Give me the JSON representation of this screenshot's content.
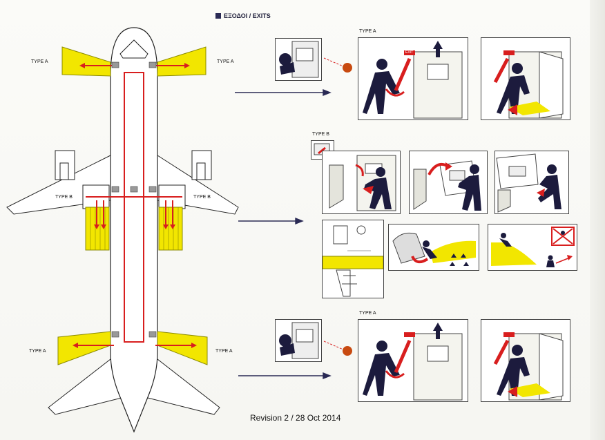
{
  "header": {
    "title": "ΕΞΟΔΟΙ / EXITS"
  },
  "plan": {
    "front_left_label": "TYPE A",
    "front_right_label": "TYPE A",
    "mid_left_label": "TYPE B",
    "mid_right_label": "TYPE B",
    "rear_left_label": "TYPE A",
    "rear_right_label": "TYPE A"
  },
  "steps": {
    "row1_label": "TYPE A",
    "row2_label": "TYPE B",
    "row3_label": "TYPE A",
    "exit_sign": "EXIT"
  },
  "colors": {
    "slide": "#f2e600",
    "arrow": "#d81e1e",
    "figure": "#1c1b3d",
    "line": "#222222"
  },
  "footer": {
    "revision": "Revision 2 / 28 Oct 2014"
  }
}
